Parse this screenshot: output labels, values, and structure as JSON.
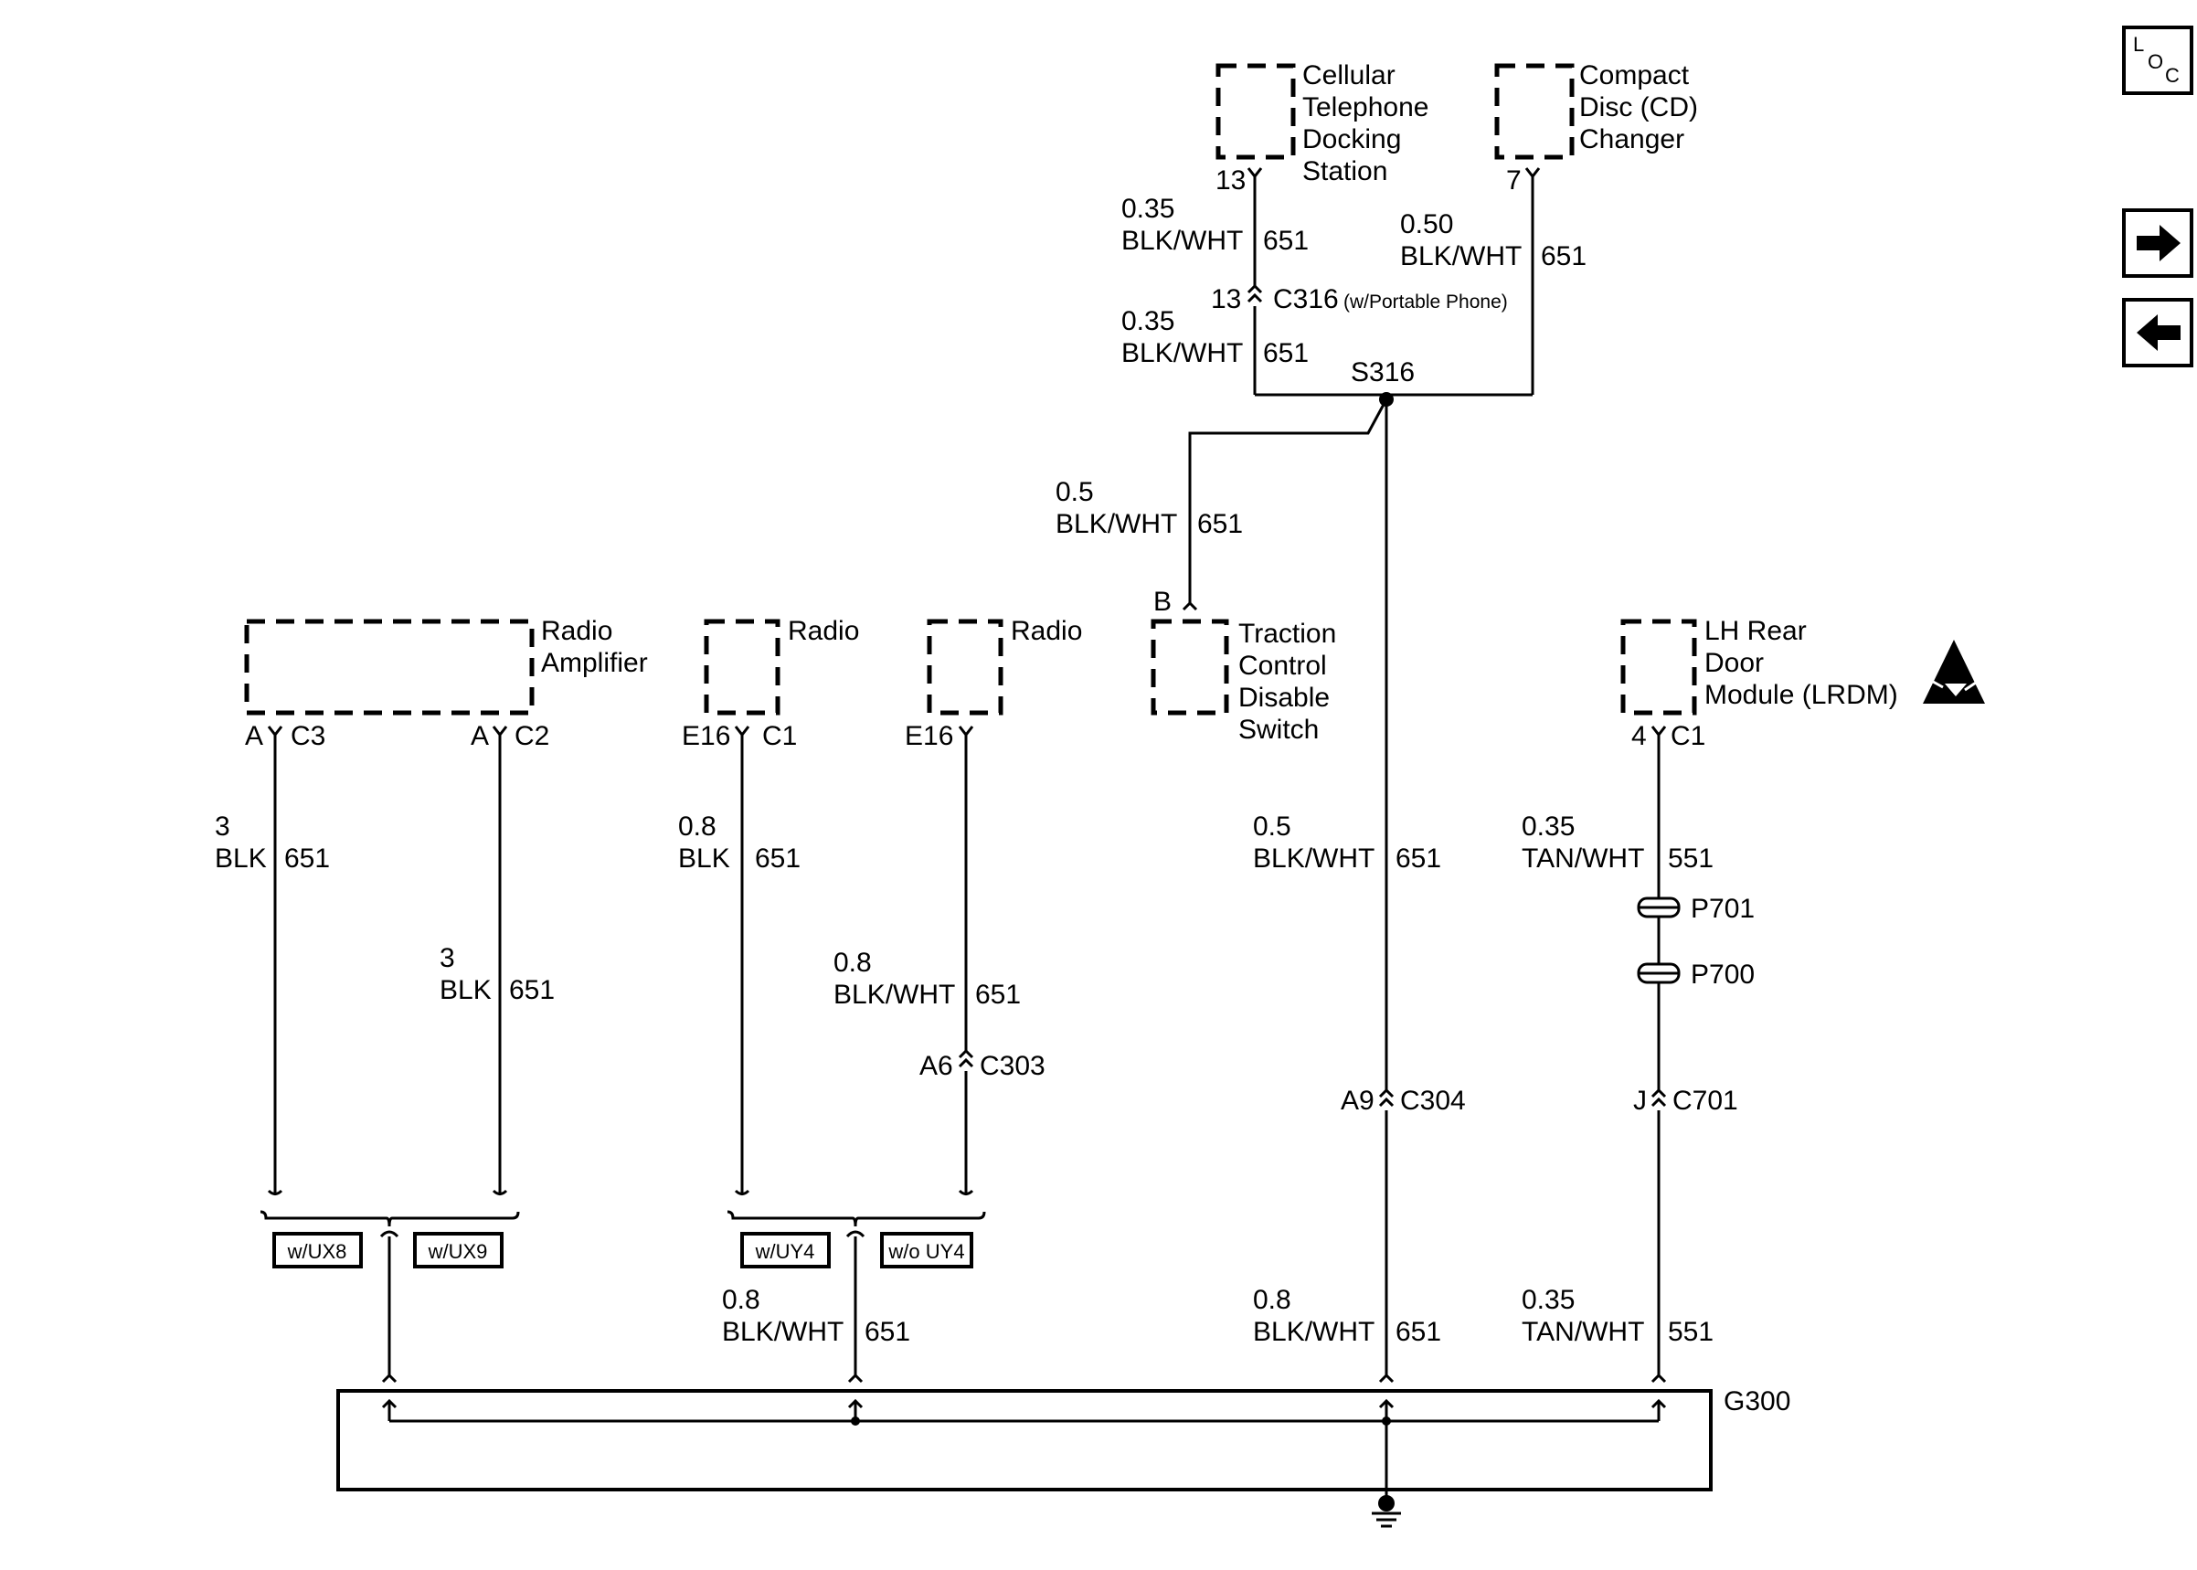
{
  "components": {
    "cell_dock": [
      "Cellular",
      "Telephone",
      "Docking",
      "Station"
    ],
    "cd_changer": [
      "Compact",
      "Disc (CD)",
      "Changer"
    ],
    "radio_amp": [
      "Radio",
      "Amplifier"
    ],
    "radio_1": "Radio",
    "radio_2": "Radio",
    "traction": [
      "Traction",
      "Control",
      "Disable",
      "Switch"
    ],
    "lrdm": [
      "LH Rear",
      "Door",
      "Module (LRDM)"
    ]
  },
  "pins": {
    "cell_dock": "13",
    "cd_changer": "7",
    "c316_pin": "13",
    "traction": "B",
    "amp_c3_pin": "A",
    "amp_c3_conn": "C3",
    "amp_c2_pin": "A",
    "amp_c2_conn": "C2",
    "radio1_pin": "E16",
    "radio1_conn": "C1",
    "radio2_pin": "E16",
    "lrdm_pin": "4",
    "lrdm_conn": "C1"
  },
  "connectors": {
    "c316": "C316",
    "c316_note": "(w/Portable Phone)",
    "c303_pin": "A6",
    "c303": "C303",
    "c304_pin": "A9",
    "c304": "C304",
    "c701_pin": "J",
    "c701": "C701",
    "p701": "P701",
    "p700": "P700"
  },
  "splice": "S316",
  "ground": "G300",
  "wires": {
    "cell_upper": {
      "gauge": "0.35",
      "color": "BLK/WHT",
      "circuit": "651"
    },
    "cd": {
      "gauge": "0.50",
      "color": "BLK/WHT",
      "circuit": "651"
    },
    "cell_lower": {
      "gauge": "0.35",
      "color": "BLK/WHT",
      "circuit": "651"
    },
    "traction": {
      "gauge": "0.5",
      "color": "BLK/WHT",
      "circuit": "651"
    },
    "amp_c3": {
      "gauge": "3",
      "color": "BLK",
      "circuit": "651"
    },
    "amp_c2": {
      "gauge": "3",
      "color": "BLK",
      "circuit": "651"
    },
    "radio1": {
      "gauge": "0.8",
      "color": "BLK",
      "circuit": "651"
    },
    "radio2": {
      "gauge": "0.8",
      "color": "BLK/WHT",
      "circuit": "651"
    },
    "s316_down": {
      "gauge": "0.5",
      "color": "BLK/WHT",
      "circuit": "651"
    },
    "lrdm": {
      "gauge": "0.35",
      "color": "TAN/WHT",
      "circuit": "551"
    },
    "radio_merge": {
      "gauge": "0.8",
      "color": "BLK/WHT",
      "circuit": "651"
    },
    "s316_ground": {
      "gauge": "0.8",
      "color": "BLK/WHT",
      "circuit": "651"
    },
    "lrdm_ground": {
      "gauge": "0.35",
      "color": "TAN/WHT",
      "circuit": "551"
    }
  },
  "options": {
    "ux8": "w/UX8",
    "ux9": "w/UX9",
    "uy4": "w/UY4",
    "no_uy4": "w/o UY4"
  },
  "nav": {
    "loc_l": "L",
    "loc_o": "O",
    "loc_c": "C",
    "next_icon": "arrow-right-icon",
    "prev_icon": "arrow-left-icon"
  }
}
